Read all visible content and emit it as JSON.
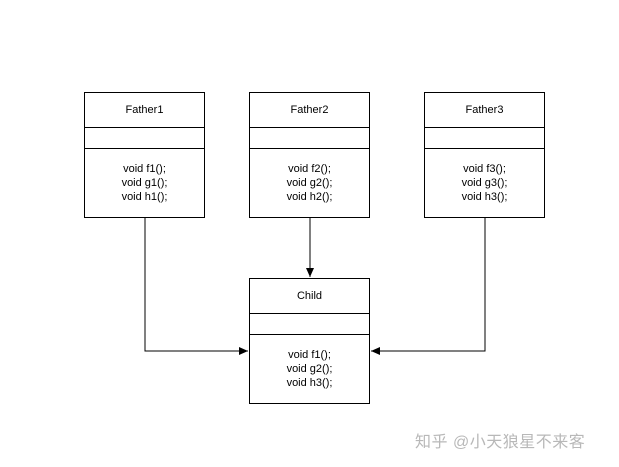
{
  "classes": [
    {
      "id": "father1",
      "name": "Father1",
      "methods": [
        "void f1();",
        "void g1();",
        "void h1();"
      ]
    },
    {
      "id": "father2",
      "name": "Father2",
      "methods": [
        "void f2();",
        "void g2();",
        "void h2();"
      ]
    },
    {
      "id": "father3",
      "name": "Father3",
      "methods": [
        "void f3();",
        "void g3();",
        "void h3();"
      ]
    },
    {
      "id": "child",
      "name": "Child",
      "methods": [
        "void f1();",
        "void g2();",
        "void h3();"
      ]
    }
  ],
  "connectors": [
    {
      "from": "Father1",
      "to": "Child"
    },
    {
      "from": "Father2",
      "to": "Child"
    },
    {
      "from": "Father3",
      "to": "Child"
    }
  ],
  "watermark": {
    "text": "知乎 @小天狼星不来客"
  }
}
